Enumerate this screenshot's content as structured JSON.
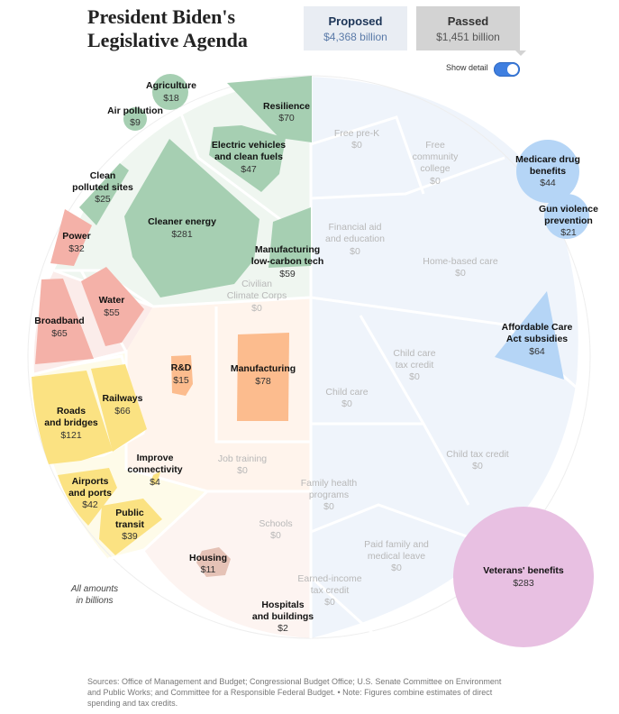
{
  "header": {
    "title_line1": "President Biden's",
    "title_line2": "Legislative Agenda"
  },
  "toggle": {
    "proposed_label": "Proposed",
    "proposed_value": "$4,368 billion",
    "passed_label": "Passed",
    "passed_value": "$1,451 billion",
    "show_detail_label": "Show detail"
  },
  "note": {
    "line1": "All amounts",
    "line2": "in billions"
  },
  "colors": {
    "green": "#a6cfb2",
    "salmon": "#f4b1a8",
    "orange": "#fcbc8e",
    "yellow": "#fbe282",
    "blue": "#b5d5f6",
    "pink": "#e8c0e2",
    "housing": "#e5c2b6",
    "faint": "#b8b8b8"
  },
  "cells": [
    {
      "name": "Agriculture",
      "value": "$18",
      "status": "passed"
    },
    {
      "name": "Air pollution",
      "value": "$9",
      "status": "passed"
    },
    {
      "name": "Resilience",
      "value": "$70",
      "status": "passed"
    },
    {
      "name": "Electric vehicles and clean fuels",
      "value": "$47",
      "status": "passed"
    },
    {
      "name": "Clean polluted sites",
      "value": "$25",
      "status": "passed"
    },
    {
      "name": "Cleaner energy",
      "value": "$281",
      "status": "passed"
    },
    {
      "name": "Manufacturing low-carbon tech",
      "value": "$59",
      "status": "passed"
    },
    {
      "name": "Power",
      "value": "$32",
      "status": "passed"
    },
    {
      "name": "Water",
      "value": "$55",
      "status": "passed"
    },
    {
      "name": "Broadband",
      "value": "$65",
      "status": "passed"
    },
    {
      "name": "R&D",
      "value": "$15",
      "status": "passed"
    },
    {
      "name": "Manufacturing",
      "value": "$78",
      "status": "passed"
    },
    {
      "name": "Roads and bridges",
      "value": "$121",
      "status": "passed"
    },
    {
      "name": "Railways",
      "value": "$66",
      "status": "passed"
    },
    {
      "name": "Improve connectivity",
      "value": "$4",
      "status": "passed"
    },
    {
      "name": "Airports and ports",
      "value": "$42",
      "status": "passed"
    },
    {
      "name": "Public transit",
      "value": "$39",
      "status": "passed"
    },
    {
      "name": "Housing",
      "value": "$11",
      "status": "passed"
    },
    {
      "name": "Hospitals and buildings",
      "value": "$2",
      "status": "passed"
    },
    {
      "name": "Medicare drug benefits",
      "value": "$44",
      "status": "passed"
    },
    {
      "name": "Gun violence prevention",
      "value": "$21",
      "status": "passed"
    },
    {
      "name": "Affordable Care Act subsidies",
      "value": "$64",
      "status": "passed"
    },
    {
      "name": "Veterans' benefits",
      "value": "$283",
      "status": "passed"
    },
    {
      "name": "Free pre-K",
      "value": "$0",
      "status": "not passed"
    },
    {
      "name": "Free community college",
      "value": "$0",
      "status": "not passed"
    },
    {
      "name": "Financial aid and education",
      "value": "$0",
      "status": "not passed"
    },
    {
      "name": "Home-based care",
      "value": "$0",
      "status": "not passed"
    },
    {
      "name": "Civilian Climate Corps",
      "value": "$0",
      "status": "not passed"
    },
    {
      "name": "Child care tax credit",
      "value": "$0",
      "status": "not passed"
    },
    {
      "name": "Child care",
      "value": "$0",
      "status": "not passed"
    },
    {
      "name": "Child tax credit",
      "value": "$0",
      "status": "not passed"
    },
    {
      "name": "Job training",
      "value": "$0",
      "status": "not passed"
    },
    {
      "name": "Family health programs",
      "value": "$0",
      "status": "not passed"
    },
    {
      "name": "Schools",
      "value": "$0",
      "status": "not passed"
    },
    {
      "name": "Paid family and medical leave",
      "value": "$0",
      "status": "not passed"
    },
    {
      "name": "Earned-income tax credit",
      "value": "$0",
      "status": "not passed"
    }
  ],
  "footer": {
    "text": "Sources: Office of Management and Budget; Congressional Budget Office; U.S. Senate Committee on Environment and Public Works; and Committee for a Responsible Federal Budget.  •  Note: Figures combine estimates of direct spending and tax credits."
  }
}
